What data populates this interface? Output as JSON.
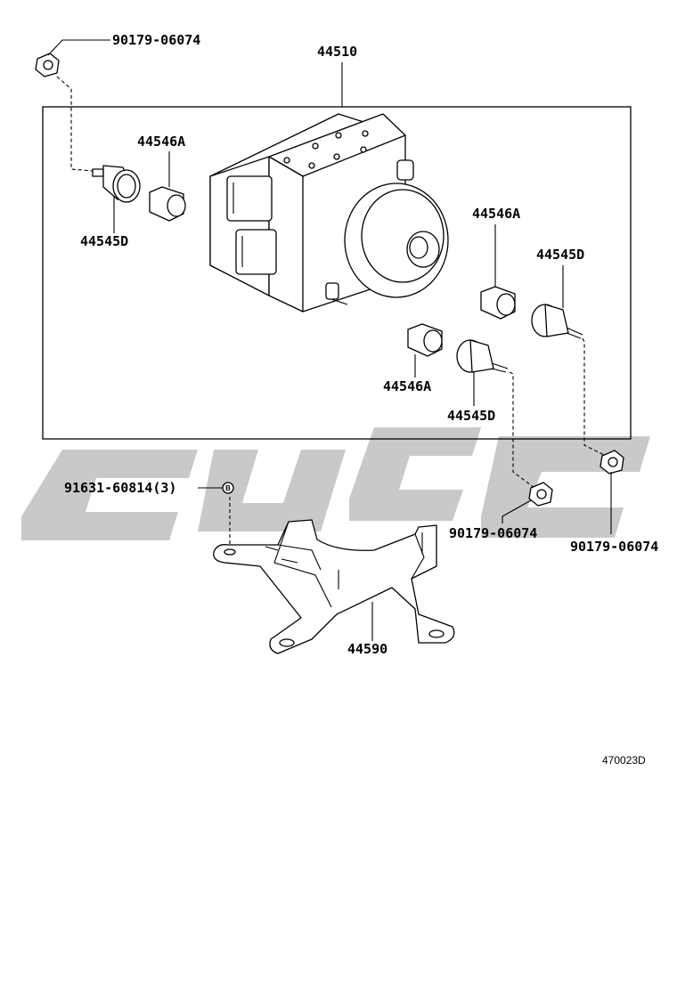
{
  "labels": {
    "unit_assembly": "44510",
    "nut_top_left": "90179-06074",
    "cushion_left": "44546A",
    "grommet_left": "44545D",
    "cushion_right_upper": "44546A",
    "grommet_right_upper": "44545D",
    "cushion_center": "44546A",
    "grommet_center": "44545D",
    "bolt_bracket": "91631-60814(3)",
    "bolt_mark": "B",
    "nut_center": "90179-06074",
    "nut_right": "90179-06074",
    "bracket": "44590",
    "figure_code": "470023D"
  },
  "colors": {
    "line": "#000000",
    "watermark": "#c9c9c9",
    "background": "#ffffff"
  }
}
